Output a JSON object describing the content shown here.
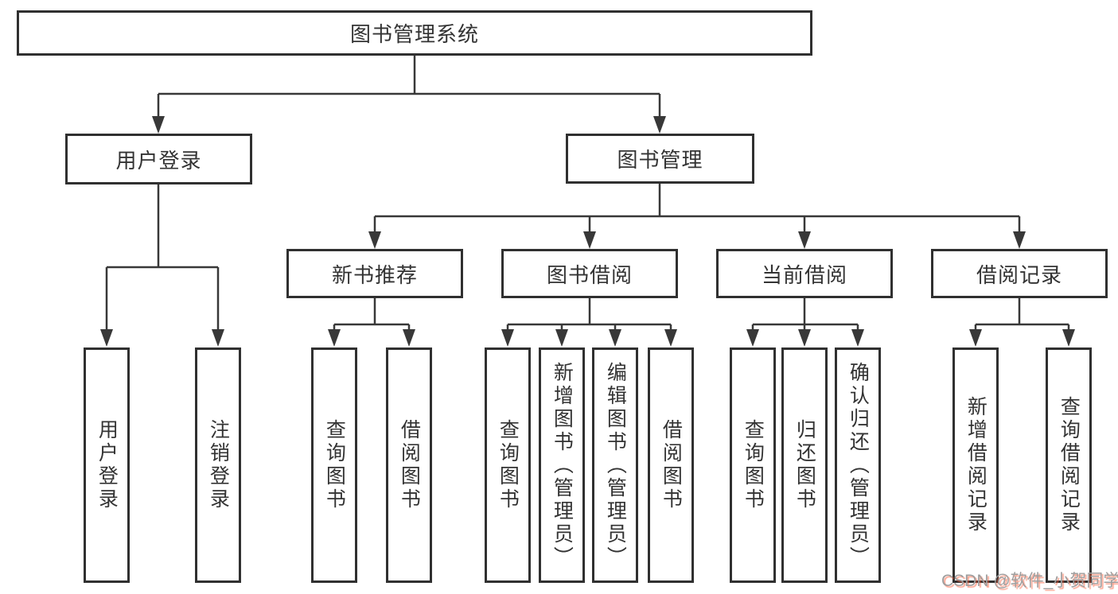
{
  "watermark": "CSDN @软件_小贺同学",
  "colors": {
    "box_border": "#303030",
    "connector_line": "#383838",
    "text": "#333333",
    "watermark_gray": "#9e9e9e",
    "watermark_red": "#fc5531",
    "background": "#ffffff"
  },
  "tree": {
    "label": "图书管理系统",
    "children": [
      {
        "label": "用户登录",
        "children": [
          {
            "label": "用户登录"
          },
          {
            "label": "注销登录"
          }
        ]
      },
      {
        "label": "图书管理",
        "children": [
          {
            "label": "新书推荐",
            "children": [
              {
                "label": "查询图书"
              },
              {
                "label": "借阅图书"
              }
            ]
          },
          {
            "label": "图书借阅",
            "children": [
              {
                "label": "查询图书"
              },
              {
                "label": "新增图书（管理员）"
              },
              {
                "label": "编辑图书（管理员）"
              },
              {
                "label": "借阅图书"
              }
            ]
          },
          {
            "label": "当前借阅",
            "children": [
              {
                "label": "查询图书"
              },
              {
                "label": "归还图书"
              },
              {
                "label": "确认归还（管理员）"
              }
            ]
          },
          {
            "label": "借阅记录",
            "children": [
              {
                "label": "新增借阅记录"
              },
              {
                "label": "查询借阅记录"
              }
            ]
          }
        ]
      }
    ]
  }
}
